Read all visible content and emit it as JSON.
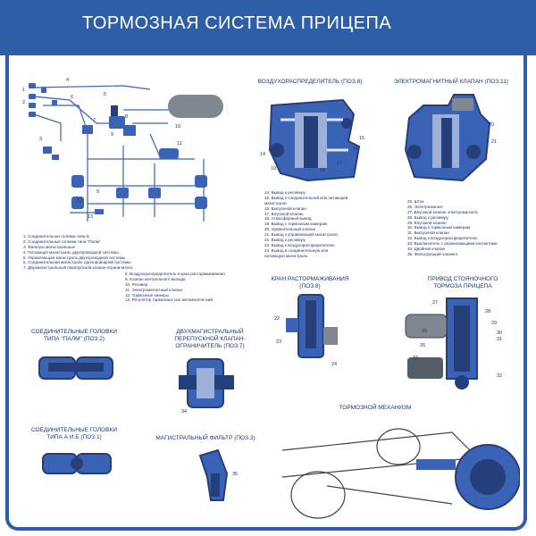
{
  "header": {
    "title": "ТОРМОЗНАЯ СИСТЕМА ПРИЦЕПА"
  },
  "colors": {
    "brand": "#2e5ea8",
    "part_blue": "#3a63b5",
    "part_dark": "#253f7a",
    "text": "#1f3570"
  },
  "sections": {
    "air_distributor": "ВОЗДУХОРАСПРЕДЕЛИТЕЛЬ (ПОЗ.8)",
    "solenoid_valve": "ЭЛЕКТРОМАГНИТНЫЙ КЛАПАН (ПОЗ.11)",
    "brake_release_valve": "КРАН РАСТОРМАЖИВАНИЯ\n(ПОЗ.8)",
    "parking_brake_drive": "ПРИВОД СТОЯНОЧНОГО\nТОРМОЗА ПРИЦЕПА",
    "palm_heads": "СОЕДИНИТЕЛЬНЫЕ ГОЛОВКИ\nТИПА \"ПАЛМ\" (ПОЗ.2)",
    "bypass_valve": "ДВУХМАГИСТРАЛЬНЫЙ\nПЕРЕПУСКНОЙ КЛАПАН-\nОГРАНИЧИТЕЛЬ (ПОЗ.7)",
    "brake_mechanism": "ТОРМОЗНОЙ МЕХАНИЗМ",
    "ab_heads": "СОЕДИНИТЕЛЬНЫЕ ГОЛОВКИ\nТИПА А И Б (ПОЗ.1)",
    "line_filter": "МАГИСТРАЛЬНЫЙ ФИЛЬТР (ПОЗ.3)"
  },
  "legend_left": [
    "1. Соединительная головка типа Б",
    "2. Соединительные головки типа \"Палм\"",
    "3. Фильтры магистральные",
    "4. Питающая магистраль двухпроводной системы",
    "5. Управляющая магистраль двухпроводной системы",
    "6. Соединительная магистраль однопроводной системы",
    "7. Двухмагистральный перепускной клапан-ограничитель"
  ],
  "legend_mid": [
    "8. Воздухораспределитель и кран растормаживания",
    "9. Клапан контрольного вывода",
    "10. Ресивер",
    "11. Электромагнитный клапан",
    "12. Тормозные камеры",
    "13. Регулятор тормозных сил автоматический"
  ],
  "legend_air": [
    "14. Вывод к ресиверу",
    "15. Вывод к соединительной или питающей",
    "      магистрали",
    "16. Выпускной клапан",
    "17. Впускной клапан",
    "18. Атмосферный вывод",
    "19. Вывод к тормозным камерам",
    "20. Уравнительный клапан",
    "21. Вывод к управляющей магистрали",
    "22. Вывод к ресиверу",
    "23. Вывод к воздухораспределителю",
    "24. Вывод в соединительную или",
    "      питающую магистраль"
  ],
  "legend_sol": [
    "25. Шток",
    "26. Электромагнит",
    "27. Впускной клапан электромагнита",
    "28. Вывод к ресиверу",
    "29. Впускной клапан",
    "30. Вывод к тормозным камерам",
    "31. Выпускной клапан",
    "32. Вывод к воздухораспределителю",
    "33. Выключатель с размыкающими контактами",
    "34. Двойной клапан",
    "35. Фильтрующий элемент"
  ],
  "callouts": {
    "c4": "4",
    "c5": "5",
    "c6": "6",
    "c1": "1",
    "c2": "2",
    "c3": "3",
    "c7": "7",
    "c8": "8",
    "c9": "9",
    "c10": "10",
    "c11": "11",
    "c12": "12",
    "c13": "13",
    "c9b": "9",
    "c14": "14",
    "c15": "15",
    "c16": "16",
    "c17": "17",
    "c18": "18",
    "c19": "19",
    "c20": "20",
    "c21": "21",
    "c22": "22",
    "c23": "23",
    "c24": "24",
    "c25": "25",
    "c26": "26",
    "c27": "27",
    "c28": "28",
    "c29": "29",
    "c30": "30",
    "c31": "31",
    "c32": "32",
    "c33": "33",
    "c34": "34",
    "c35": "35"
  }
}
